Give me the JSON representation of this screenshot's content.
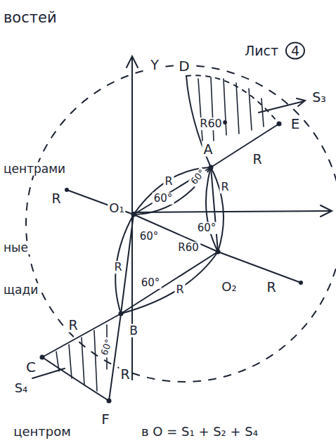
{
  "diagram": {
    "labels": [
      "востей",
      "Лист",
      "4",
      "D",
      "Y",
      "S₃",
      "E",
      "R60",
      "A",
      "R",
      "центрами",
      "R",
      "60°",
      "R",
      "R",
      "O₁",
      "60°",
      "60°",
      "ные",
      "60°",
      "R60",
      "R",
      "60°",
      "R",
      "щади",
      "O₂",
      "R",
      "R",
      "B",
      "60°",
      "R",
      "C",
      "S₄",
      "F",
      "центром",
      "в О = S₁ + S₂ + S₄"
    ]
  }
}
